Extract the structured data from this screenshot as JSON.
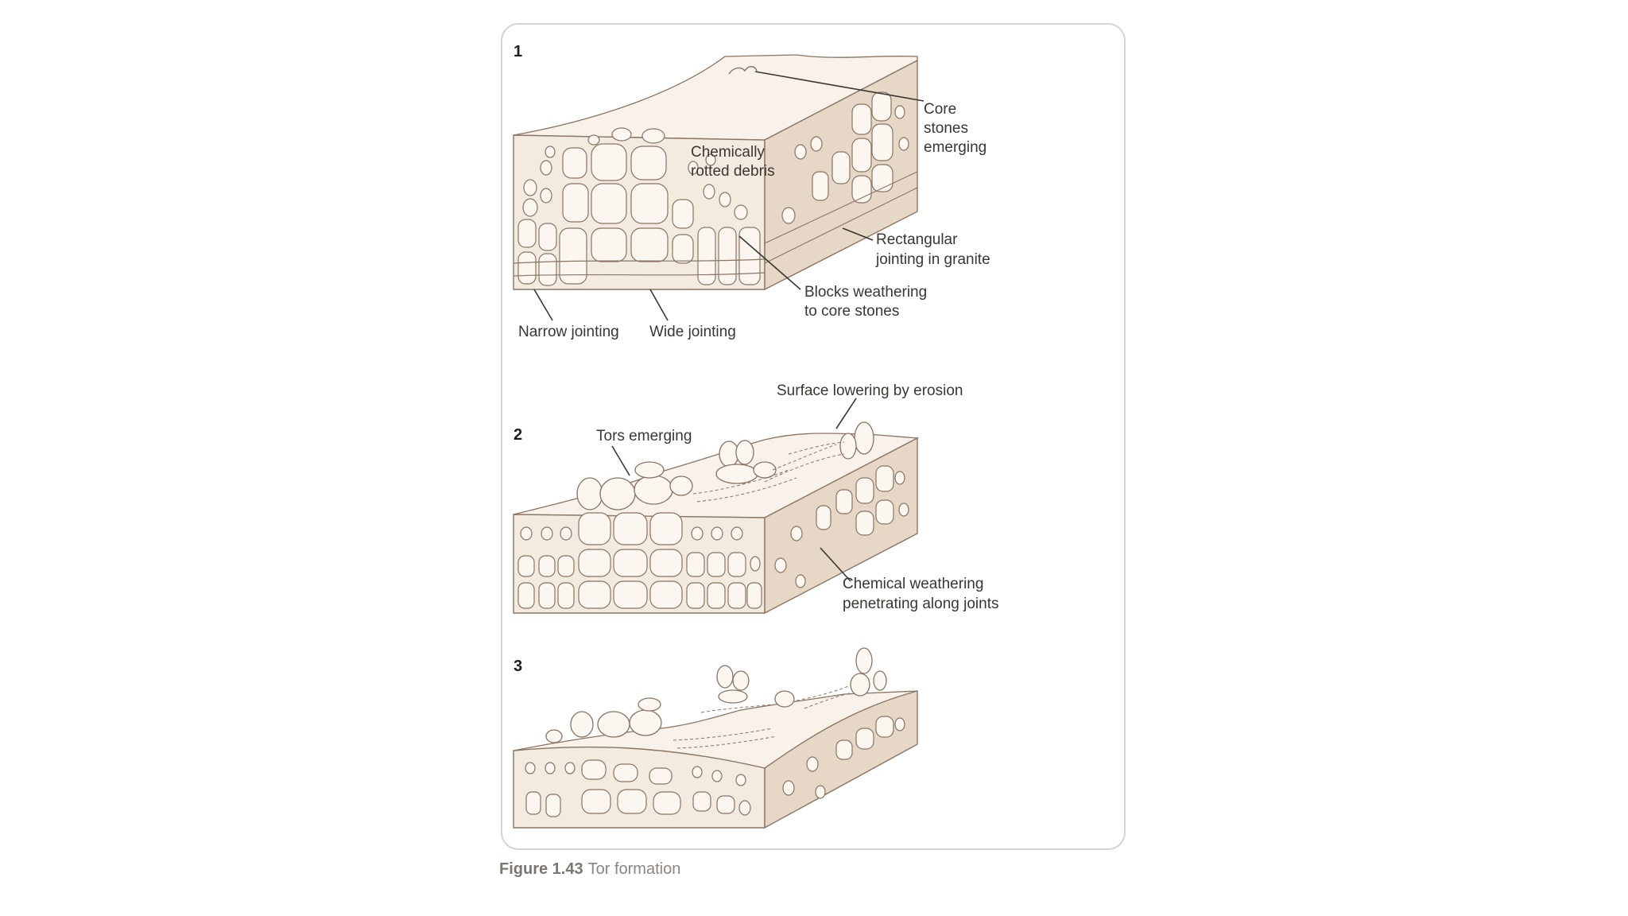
{
  "stages": [
    {
      "number": "1",
      "labels": {
        "core_stones_line1": "Core",
        "core_stones_line2": "stones",
        "core_stones_line3": "emerging",
        "rotted_debris_line1": "Chemically",
        "rotted_debris_line2": "rotted debris",
        "rect_jointing_line1": "Rectangular",
        "rect_jointing_line2": "jointing in granite",
        "blocks_line1": "Blocks weathering",
        "blocks_line2": "to core stones",
        "narrow_jointing": "Narrow jointing",
        "wide_jointing": "Wide jointing"
      }
    },
    {
      "number": "2",
      "labels": {
        "surface_lowering": "Surface lowering by erosion",
        "tors_emerging": "Tors emerging",
        "chem_weathering_line1": "Chemical weathering",
        "chem_weathering_line2": "penetrating along joints"
      }
    },
    {
      "number": "3",
      "labels": {}
    }
  ],
  "caption": {
    "number": "Figure 1.43",
    "text": "Tor formation"
  },
  "colors": {
    "block_front": "#f4ebe0",
    "block_top": "#f8f2ea",
    "block_side": "#e6d7c6",
    "stone": "#fbf6f0",
    "outline": "#8a7462"
  }
}
